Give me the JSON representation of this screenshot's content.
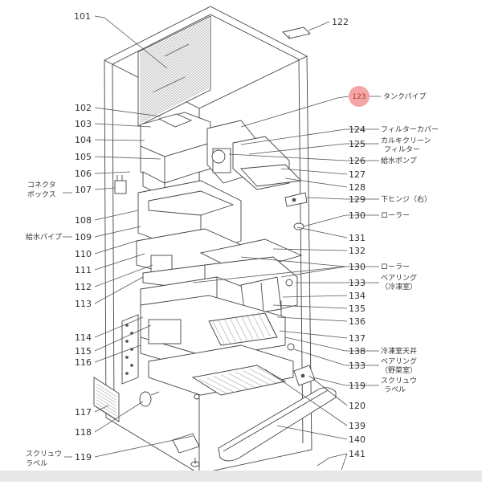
{
  "highlight": {
    "number": "123",
    "color": "#f4a6a6",
    "text_color": "#b03030"
  },
  "callouts": {
    "c101": "101",
    "c102": "102",
    "c103": "103",
    "c104": "104",
    "c105": "105",
    "c106": "106",
    "c107": "107",
    "c108": "108",
    "c109": "109",
    "c110": "110",
    "c111": "111",
    "c112": "112",
    "c113": "113",
    "c114": "114",
    "c115": "115",
    "c116": "116",
    "c117": "117",
    "c118": "118",
    "c119a": "119",
    "c122": "122",
    "c124": "124",
    "c125": "125",
    "c126": "126",
    "c127": "127",
    "c128": "128",
    "c129": "129",
    "c130a": "130",
    "c131": "131",
    "c132": "132",
    "c130b": "130",
    "c133a": "133",
    "c134": "134",
    "c135": "135",
    "c136": "136",
    "c137": "137",
    "c138": "138",
    "c133b": "133",
    "c119b": "119",
    "c120": "120",
    "c139": "139",
    "c140": "140",
    "c141": "141"
  },
  "labels": {
    "l123": "タンクパイプ",
    "l124": "フィルターカバー",
    "l125a": "カルキクリーン",
    "l125b": "フィルター",
    "l126": "給水ポンプ",
    "l129": "下ヒンジ（右）",
    "l130a": "ローラー",
    "l130b": "ローラー",
    "l133a1": "ベアリング",
    "l133a2": "（冷凍室）",
    "l138": "冷凍室天井",
    "l133b1": "ベアリング",
    "l133b2": "（野菜室）",
    "l119b1": "スクリュウ",
    "l119b2": "ラベル",
    "l107a": "コネクタ",
    "l107b": "ボックス",
    "l109": "給水パイプ",
    "l119a1": "スクリュウ",
    "l119a2": "ラベル"
  }
}
